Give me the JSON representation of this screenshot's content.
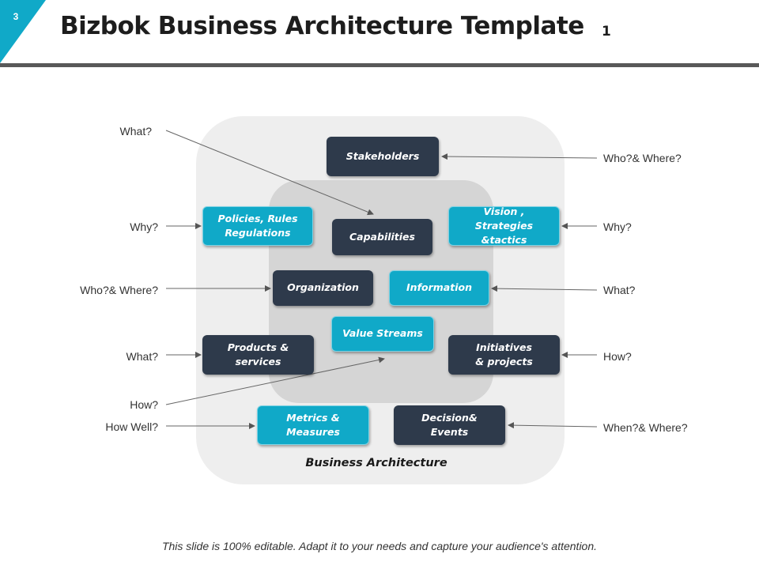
{
  "header": {
    "slide_number": "3",
    "title": "Bizbok Business Architecture Template",
    "title_suffix": "1",
    "accent_color": "#10a9c8"
  },
  "diagram": {
    "boxes": {
      "stakeholders": "Stakeholders",
      "policies": "Policies, Rules\nRegulations",
      "capabilities": "Capabilities",
      "vision": "Vision , Strategies\n&tactics",
      "organization": "Organization",
      "information": "Information",
      "value_streams": "Value Streams",
      "products": "Products &\nservices",
      "initiatives": "Initiatives\n& projects",
      "metrics": "Metrics &\nMeasures",
      "decision": "Decision&\nEvents"
    },
    "left_questions": {
      "what_top": "What?",
      "why": "Why?",
      "who_where": "Who?& Where?",
      "what_mid": "What?",
      "how": "How?",
      "how_well": "How Well?"
    },
    "right_questions": {
      "who_where": "Who?& Where?",
      "why": "Why?",
      "what": "What?",
      "how": "How?",
      "when_where": "When?& Where?"
    },
    "caption": "Business Architecture",
    "colors": {
      "navy": "#2e3a4b",
      "teal": "#10a9c8",
      "outer_panel": "#eeeeee",
      "inner_panel": "#d5d5d5"
    }
  },
  "footer": {
    "note": "This slide is 100% editable. Adapt it to your needs and capture your audience's attention."
  }
}
